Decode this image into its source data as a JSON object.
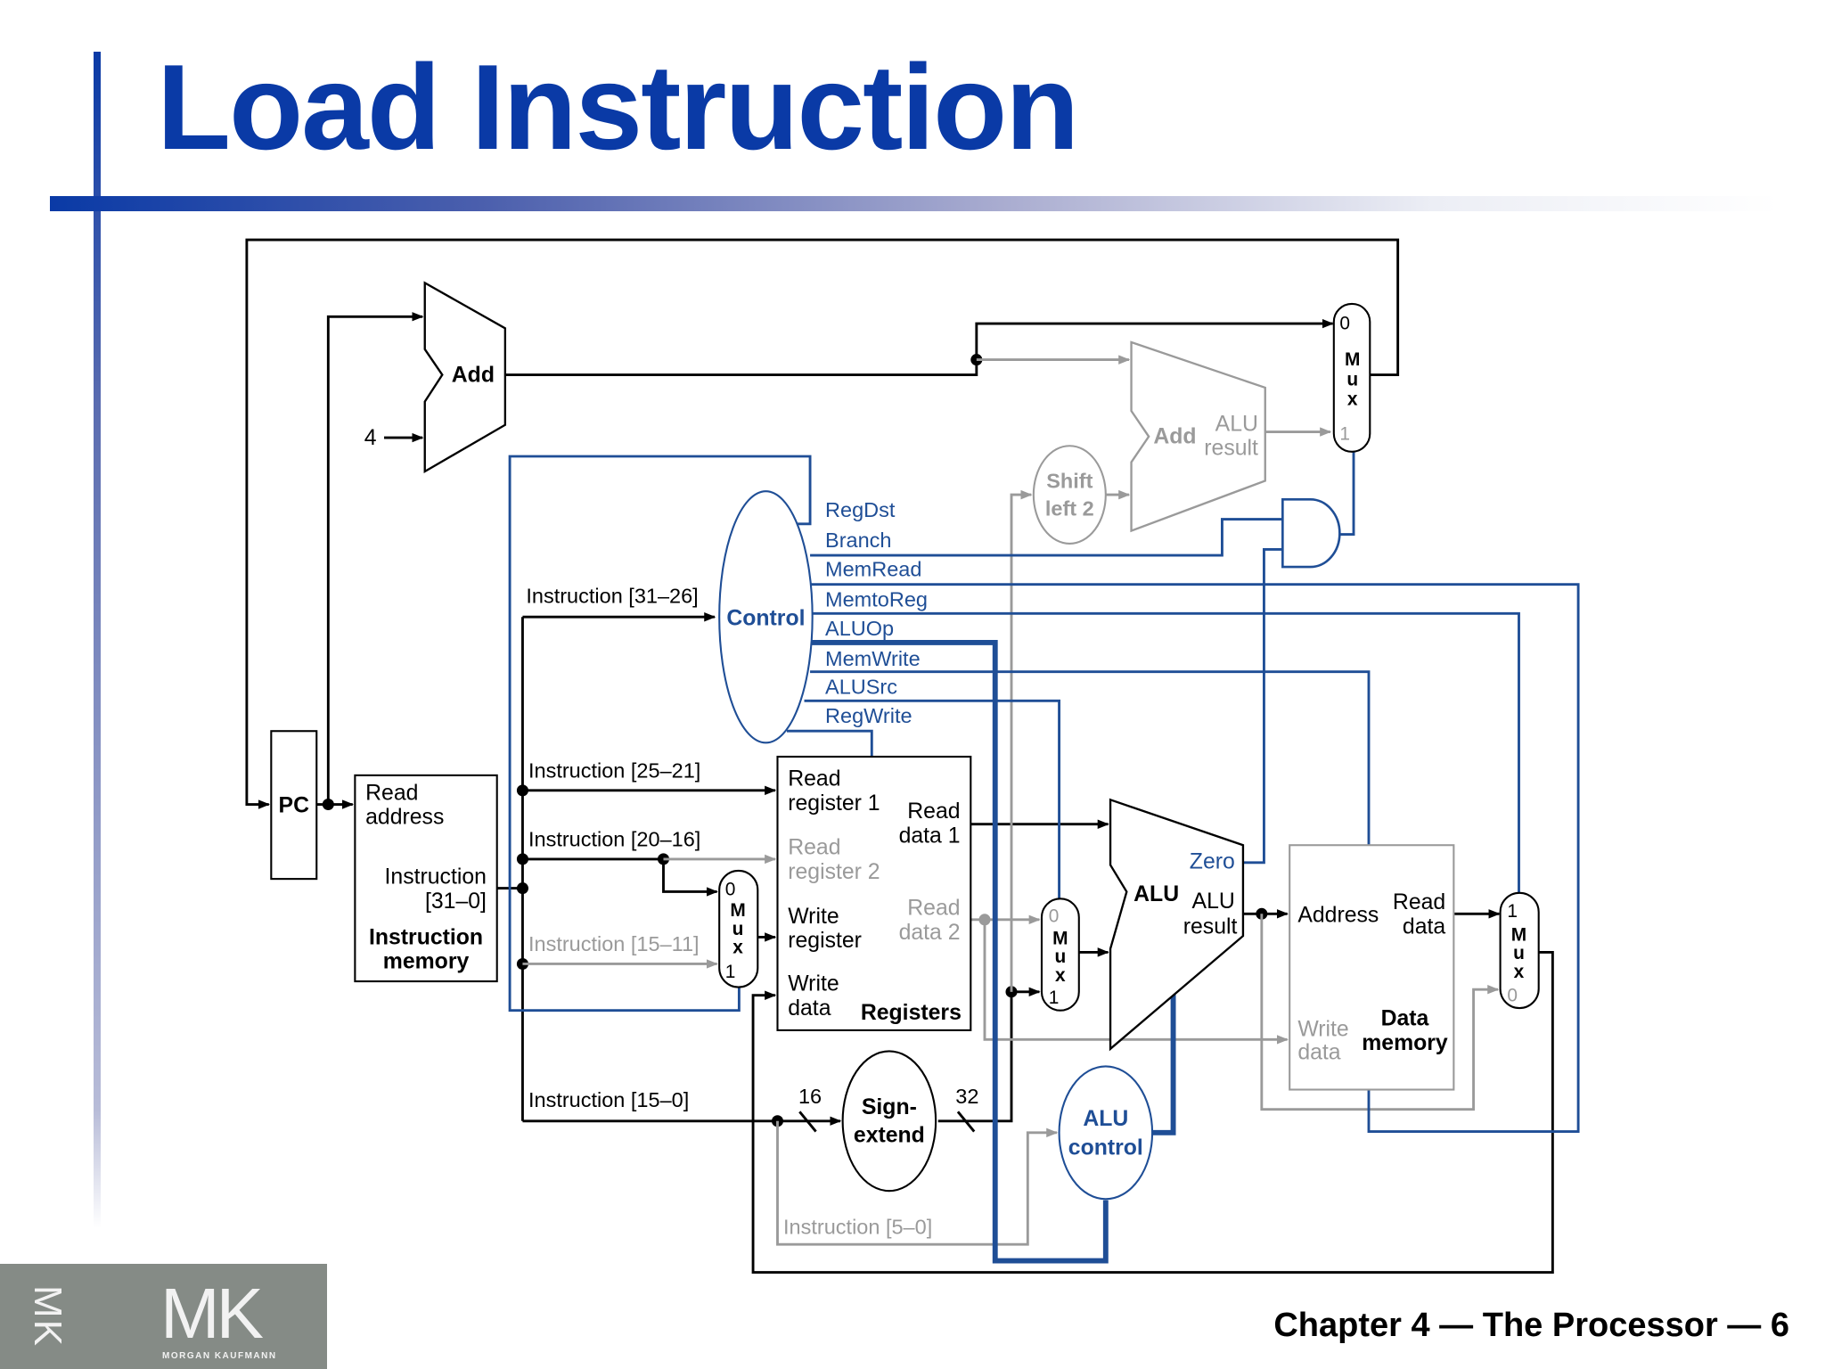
{
  "slide": {
    "title": "Load Instruction",
    "footer": "Chapter 4 — The Processor — 6",
    "publisher_logo": {
      "mark": "MK",
      "name": "MORGAN KAUFMANN"
    }
  },
  "colors": {
    "title_blue": "#0a3aa6",
    "control_blue": "#1f4e96",
    "inactive_gray": "#9a9a9a",
    "logo_bg": "#858b86"
  },
  "diagram": {
    "components": {
      "pc": "PC",
      "pc_adder": "Add",
      "pc_increment": "4",
      "instruction_memory": {
        "title": "Instruction memory",
        "title_l1": "Instruction",
        "title_l2": "memory",
        "in_l1": "Read",
        "in_l2": "address",
        "out_l1": "Instruction",
        "out_l2": "[31–0]"
      },
      "control": "Control",
      "registers": {
        "title": "Registers",
        "rr1_l1": "Read",
        "rr1_l2": "register 1",
        "rr2_l1": "Read",
        "rr2_l2": "register 2",
        "wr_l1": "Write",
        "wr_l2": "register",
        "wd_l1": "Write",
        "wd_l2": "data",
        "rd1_l1": "Read",
        "rd1_l2": "data 1",
        "rd2_l1": "Read",
        "rd2_l2": "data 2"
      },
      "alu": {
        "name": "ALU",
        "zero": "Zero",
        "res_l1": "ALU",
        "res_l2": "result"
      },
      "branch_adder": {
        "name": "Add",
        "res_l1": "ALU",
        "res_l2": "result"
      },
      "shift_left_2": {
        "l1": "Shift",
        "l2": "left 2"
      },
      "sign_extend": {
        "l1": "Sign-",
        "l2": "extend",
        "in_bits": "16",
        "out_bits": "32"
      },
      "alu_control": {
        "l1": "ALU",
        "l2": "control"
      },
      "data_memory": {
        "title_l1": "Data",
        "title_l2": "memory",
        "addr": "Address",
        "rd_l1": "Read",
        "rd_l2": "data",
        "wd_l1": "Write",
        "wd_l2": "data"
      },
      "mux_label": [
        "M",
        "u",
        "x"
      ],
      "mux_regdst": {
        "in0": "0",
        "in1": "1"
      },
      "mux_alusrc": {
        "in0": "0",
        "in1": "1"
      },
      "mux_memtoreg": {
        "in_top": "1",
        "in_bottom": "0"
      },
      "mux_pcsrc": {
        "in0": "0",
        "in1": "1"
      }
    },
    "instruction_fields": {
      "opcode": "Instruction [31–26]",
      "rs": "Instruction [25–21]",
      "rt": "Instruction [20–16]",
      "rd": "Instruction [15–11]",
      "imm": "Instruction [15–0]",
      "funct": "Instruction [5–0]"
    },
    "control_signals": [
      "RegDst",
      "Branch",
      "MemRead",
      "MemtoReg",
      "ALUOp",
      "MemWrite",
      "ALUSrc",
      "RegWrite"
    ]
  }
}
